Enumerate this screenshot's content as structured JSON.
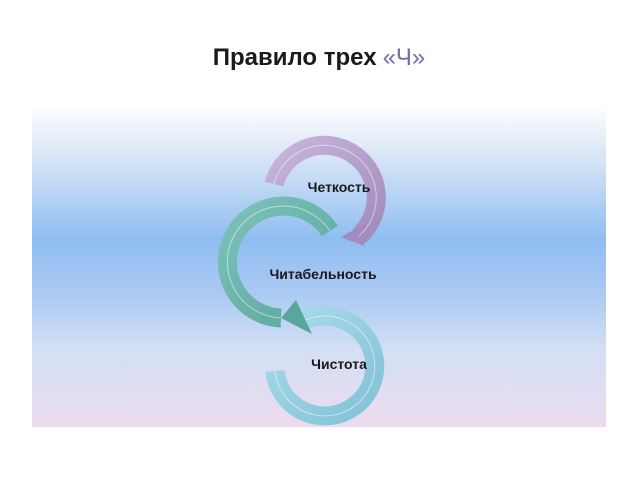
{
  "slide": {
    "title_main": "Правило трех",
    "title_accent": "«Ч»"
  },
  "diagram": {
    "items": [
      {
        "label": "Четкость",
        "color": "#b19bc7"
      },
      {
        "label": "Читабельность",
        "color": "#6cb3aa"
      },
      {
        "label": "Чистота",
        "color": "#8fcadf"
      }
    ]
  }
}
